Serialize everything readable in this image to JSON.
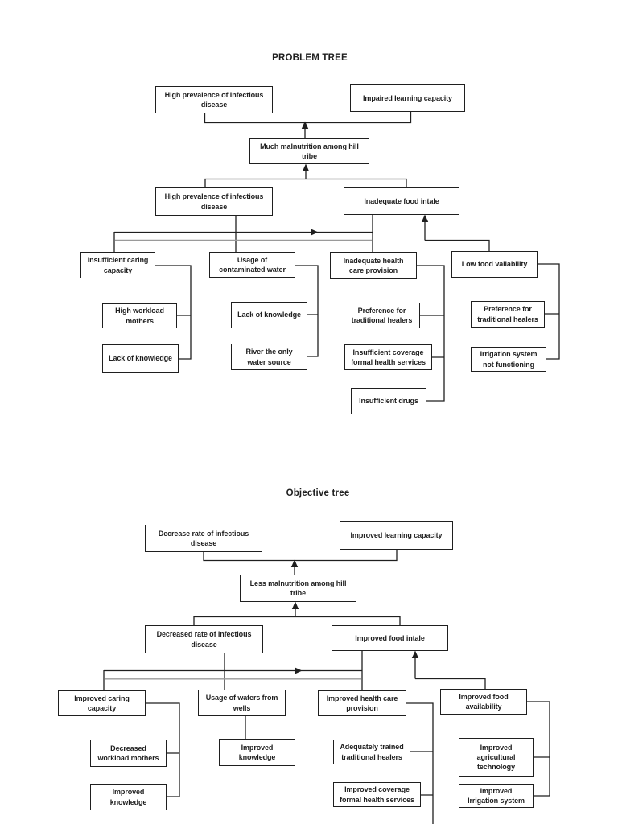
{
  "colors": {
    "background": "#ffffff",
    "line": "#1f1f1f",
    "secondary_line": "#9a9a9a",
    "text": "#1f1f1f"
  },
  "problem_tree": {
    "title": "PROBLEM TREE",
    "nodes": {
      "effect_disease": "High prevalence of infectious\ndisease",
      "effect_learning": "Impaired learning capacity",
      "core": "Much malnutrition among hill\ntribe",
      "cause_disease": "High prevalence of infectious\ndisease",
      "cause_food": "Inadequate food intale",
      "caring": "Insufficient caring\ncapacity",
      "water": "Usage of\ncontaminated water",
      "health": "Inadequate health\ncare provision",
      "low_food": "Low food vailability",
      "workload": "High workload\nmothers",
      "knowledge_caring": "Lack of knowledge",
      "knowledge_water": "Lack of knowledge",
      "river": "River the only\nwater source",
      "healers_health": "Preference for\ntraditional healers",
      "coverage": "Insufficient coverage\nformal health services",
      "drugs": "Insufficient drugs",
      "healers_food": "Preference for\ntraditional healers",
      "irrigation": "Irrigation system\nnot functioning"
    }
  },
  "objective_tree": {
    "title": "Objective tree",
    "nodes": {
      "effect_disease": "Decrease rate of infectious\ndisease",
      "effect_learning": "Improved learning capacity",
      "core": "Less malnutrition among hill\ntribe",
      "cause_disease": "Decreased rate of infectious\ndisease",
      "cause_food": "Improved food intale",
      "caring": "Improved caring\ncapacity",
      "wells": "Usage of waters from\nwells",
      "health": "Improved health care\nprovision",
      "food": "Improved food\navailability",
      "workload": "Decreased\nworkload mothers",
      "knowledge_caring": "Improved\nknowledge",
      "knowledge_wells": "Improved\nknowledge",
      "trained": "Adequately trained\ntraditional healers",
      "coverage": "Improved coverage\nformal health services",
      "agri": "Improved\nagricultural\ntechnology",
      "irrigation": "Improved\nIrrigation system"
    }
  }
}
